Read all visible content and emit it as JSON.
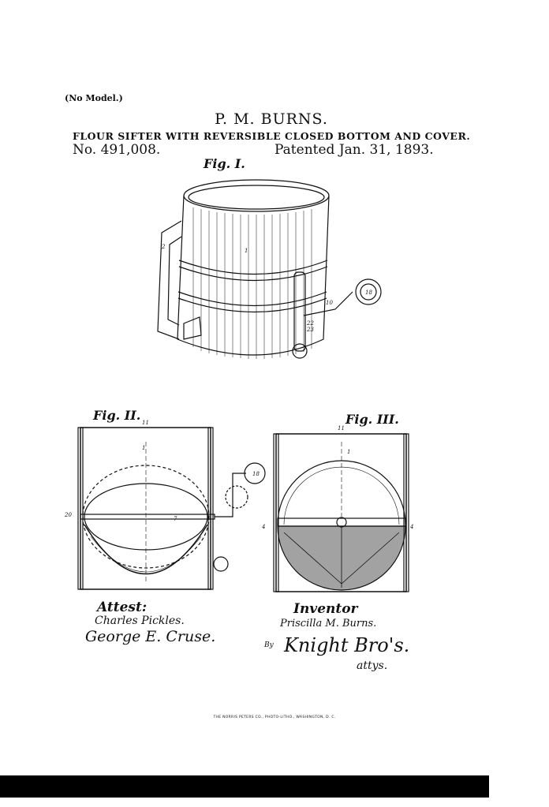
{
  "header": {
    "model_note": "(No Model.)",
    "inventor_name": "P. M. BURNS.",
    "title": "FLOUR SIFTER WITH REVERSIBLE CLOSED BOTTOM AND COVER.",
    "patent_number": "No. 491,008.",
    "patent_date": "Patented Jan. 31, 1893."
  },
  "figures": {
    "fig1_label": "Fig. I.",
    "fig2_label": "Fig. II.",
    "fig3_label": "Fig. III."
  },
  "signatures": {
    "attest_label": "Attest:",
    "witness1": "Charles Pickles.",
    "witness2": "George E. Cruse.",
    "inventor_label": "Inventor",
    "inventor": "Priscilla M. Burns.",
    "by": "By",
    "attorneys": "Knight Bro's.",
    "attys_label": "attys."
  },
  "footer": {
    "printer": "THE NORRIS PETERS CO., PHOTO-LITHO., WASHINGTON, D. C."
  }
}
